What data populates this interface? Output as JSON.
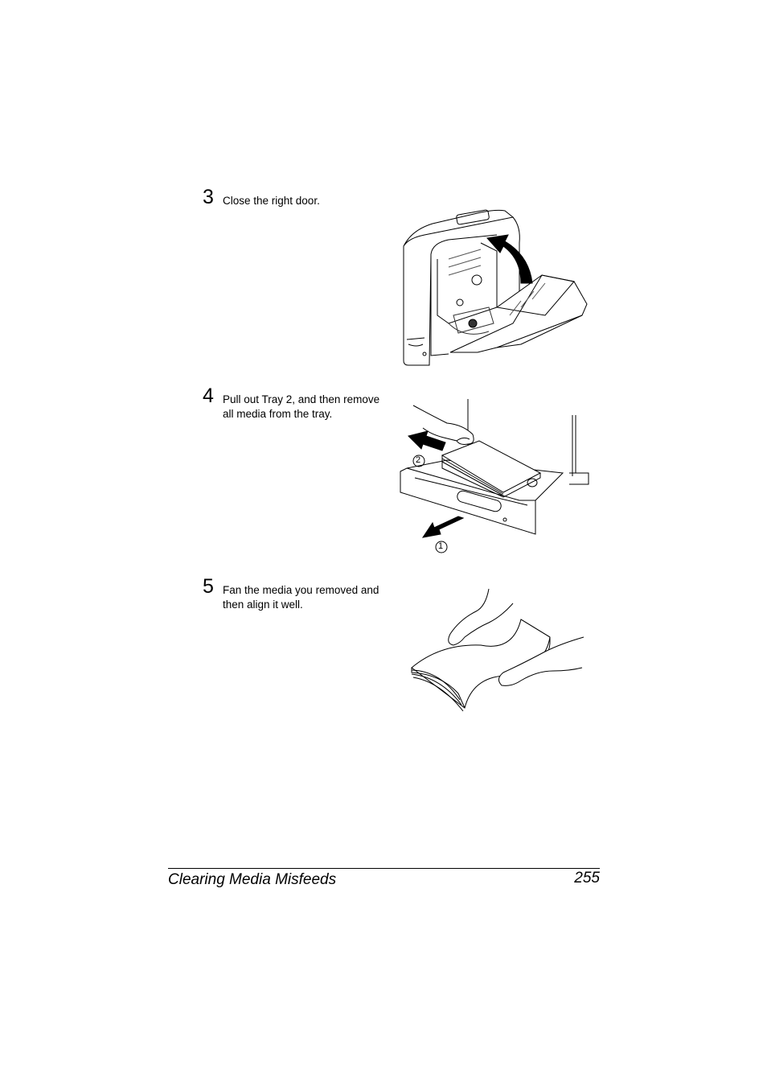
{
  "steps": [
    {
      "number": "3",
      "text": "Close the right door."
    },
    {
      "number": "4",
      "text": "Pull out Tray 2, and then remove\nall media from the tray."
    },
    {
      "number": "5",
      "text": "Fan the media you removed and\nthen align it well."
    }
  ],
  "callouts": {
    "one": "1",
    "two": "2"
  },
  "footer": {
    "title": "Clearing Media Misfeeds",
    "page": "255"
  }
}
